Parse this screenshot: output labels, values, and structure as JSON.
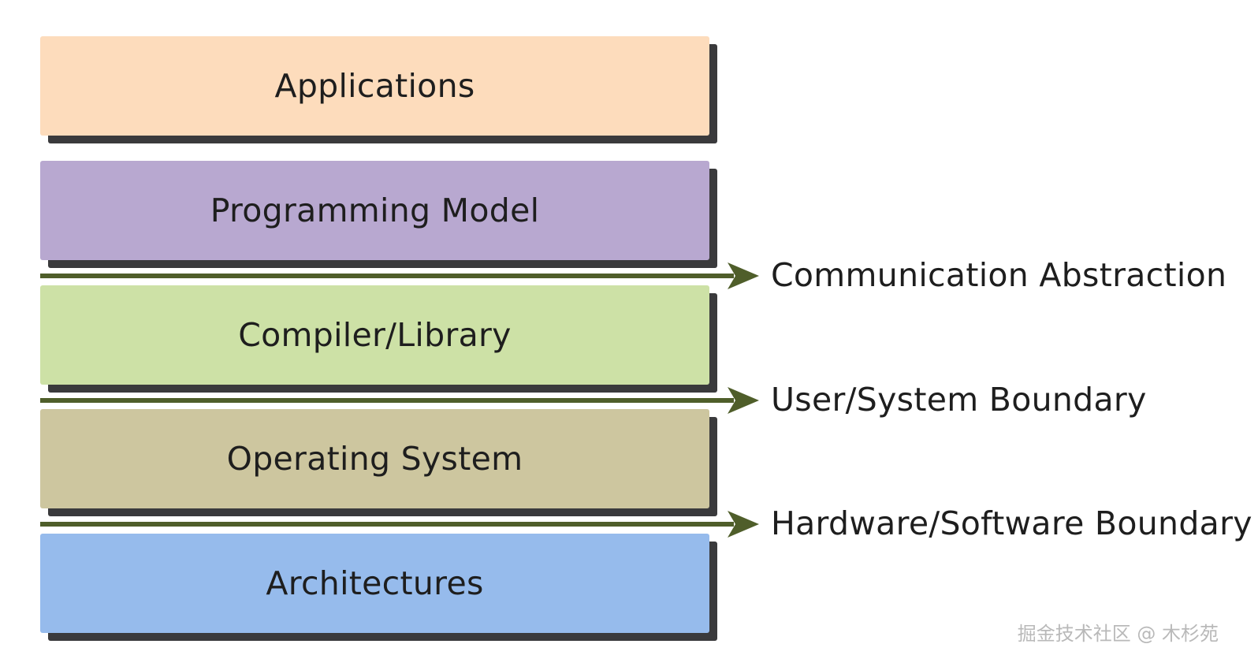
{
  "layers": [
    {
      "label": "Applications",
      "color": "#fddcbc"
    },
    {
      "label": "Programming Model",
      "color": "#b8a8d0"
    },
    {
      "label": "Compiler/Library",
      "color": "#cde1a6"
    },
    {
      "label": "Operating System",
      "color": "#cdc69f"
    },
    {
      "label": "Architectures",
      "color": "#96bbec"
    }
  ],
  "boundaries": [
    {
      "label": "Communication Abstraction"
    },
    {
      "label": "User/System Boundary"
    },
    {
      "label": "Hardware/Software Boundary"
    }
  ],
  "colors": {
    "shadow": "#3a3a3c",
    "arrow": "#4f5e2a",
    "text": "#1e1e1e"
  },
  "watermark": "掘金技术社区 @ 木杉苑"
}
